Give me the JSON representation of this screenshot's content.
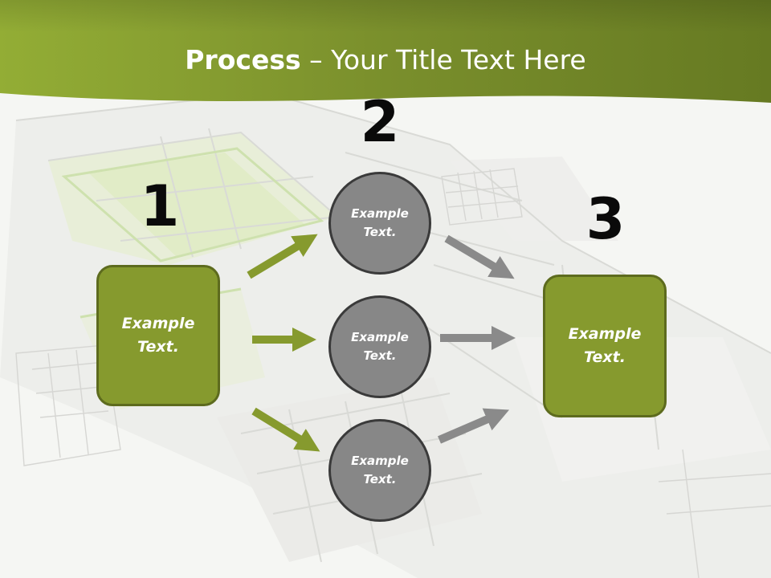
{
  "title": {
    "bold": "Process",
    "rest": " – Your Title Text Here"
  },
  "steps": [
    {
      "number": "1",
      "text": "Example Text."
    },
    {
      "number": "2",
      "items": [
        "Example Text.",
        "Example Text.",
        "Example Text."
      ]
    },
    {
      "number": "3",
      "text": "Example Text."
    }
  ],
  "colors": {
    "header_green": "#7f952c",
    "box_fill": "#869a2e",
    "box_border": "#5d6b1e",
    "circle_fill": "#878787",
    "circle_border": "#3a3a3a",
    "arrow_green": "#869a2e",
    "arrow_gray": "#8a8a8a"
  }
}
